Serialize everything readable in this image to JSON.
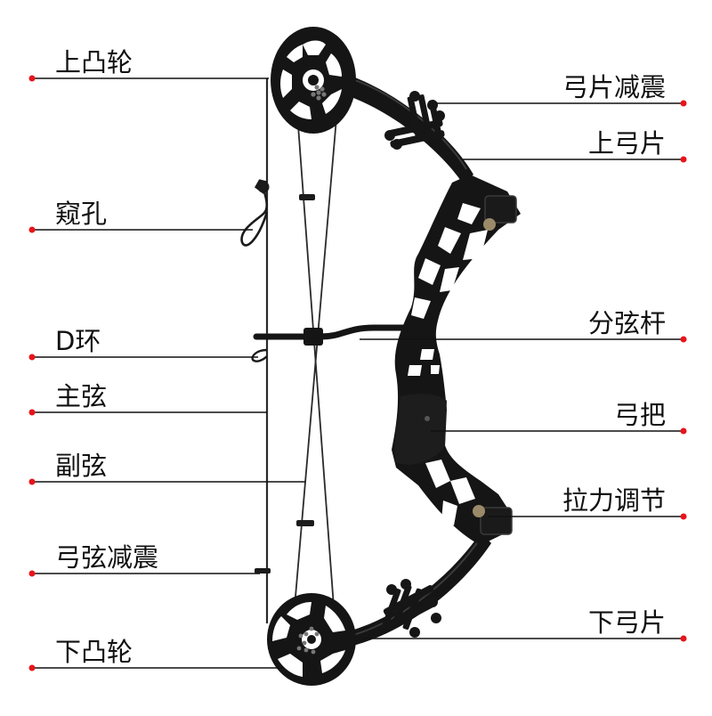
{
  "colors": {
    "dot": "#e8141b",
    "leader": "#111111",
    "bow": "#151515",
    "bow_highlight": "#3a3a3a",
    "string": "#2a2a2a",
    "background": "#ffffff"
  },
  "labels": {
    "upper_cam": "上凸轮",
    "peep_sight": "窥孔",
    "d_loop": "D环",
    "main_string": "主弦",
    "cable": "副弦",
    "string_damper": "弓弦减震",
    "lower_cam": "下凸轮",
    "limb_damper": "弓片减震",
    "upper_limb": "上弓片",
    "cable_rod": "分弦杆",
    "grip": "弓把",
    "draw_weight_adjust": "拉力调节",
    "lower_limb": "下弓片"
  }
}
